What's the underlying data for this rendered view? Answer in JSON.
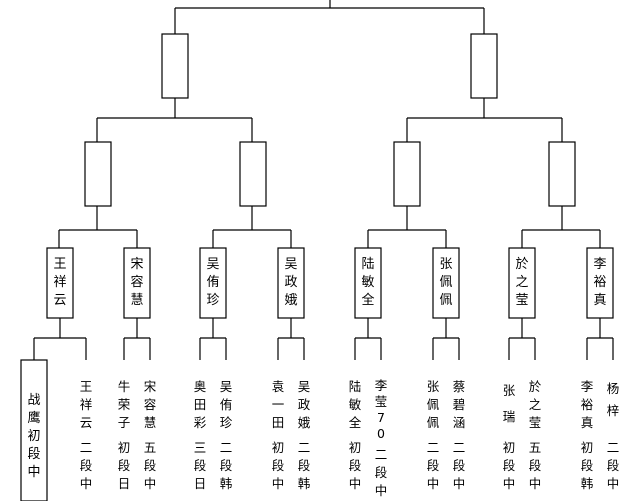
{
  "bracket": {
    "round2_winners": [
      "王祥云",
      "宋容慧",
      "吴侑珍",
      "吴政娥",
      "陆敏全",
      "张佩佩",
      "於之莹",
      "李裕真"
    ],
    "first_round_winner": "战鹰初段中",
    "entrants": [
      {
        "name": "王祥云",
        "rank": "二段中"
      },
      {
        "name": "牛荣子",
        "rank": "初段日"
      },
      {
        "name": "宋容慧",
        "rank": "五段中"
      },
      {
        "name": "奥田彩",
        "rank": "三段日"
      },
      {
        "name": "吴侑珍",
        "rank": "二段韩"
      },
      {
        "name": "袁一田",
        "rank": "初段中"
      },
      {
        "name": "吴政娥",
        "rank": "二段韩"
      },
      {
        "name": "陆敏全",
        "rank": "初段中"
      },
      {
        "name": "李莹70",
        "rank": "二段中"
      },
      {
        "name": "张佩佩",
        "rank": "二段中"
      },
      {
        "name": "蔡碧涵",
        "rank": "二段中"
      },
      {
        "name": "张瑞",
        "rank": "初段中"
      },
      {
        "name": "於之莹",
        "rank": "五段中"
      },
      {
        "name": "李裕真",
        "rank": "初段韩"
      },
      {
        "name": "杨梓",
        "rank": "二段中"
      }
    ]
  }
}
